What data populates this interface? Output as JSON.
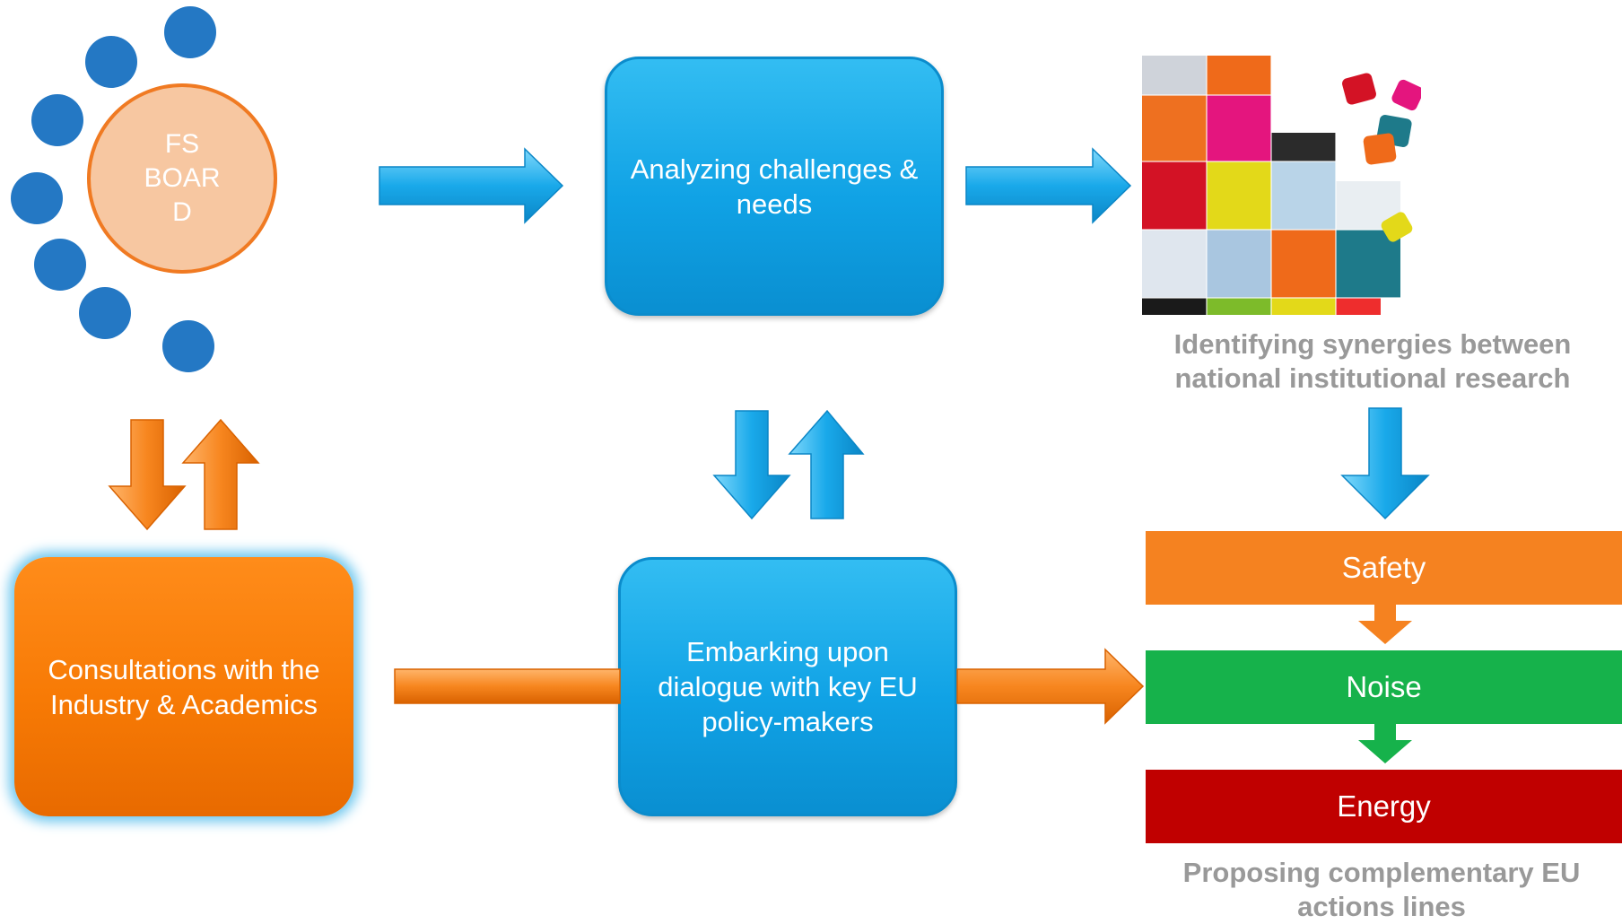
{
  "board": {
    "label": "FS\nBOAR\nD"
  },
  "boxes": {
    "analyzing": "Analyzing challenges & needs",
    "embarking": "Embarking upon dialogue with key EU policy-makers",
    "consultations": "Consultations with the Industry & Academics"
  },
  "captions": {
    "synergies": "Identifying synergies between national institutional research",
    "proposing": "Proposing complementary EU actions lines"
  },
  "action_lines": [
    {
      "label": "Safety",
      "color": "#f58220"
    },
    {
      "label": "Noise",
      "color": "#16b24b"
    },
    {
      "label": "Energy",
      "color": "#c00000"
    }
  ],
  "colors": {
    "blue": "#12a3e6",
    "orange": "#f77a05",
    "dot_blue": "#2478c4"
  }
}
